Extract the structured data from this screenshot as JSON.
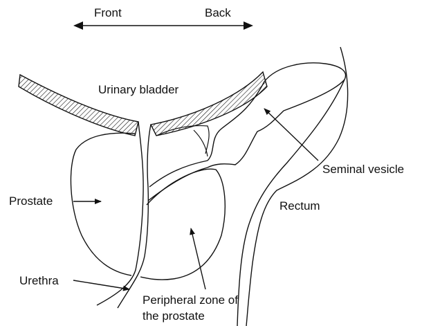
{
  "orientation": {
    "front": "Front",
    "back": "Back"
  },
  "labels": {
    "urinary_bladder": "Urinary bladder",
    "seminal_vesicle": "Seminal vesicle",
    "prostate": "Prostate",
    "rectum": "Rectum",
    "urethra": "Urethra",
    "peripheral_zone_line1": "Peripheral zone of",
    "peripheral_zone_line2": "the prostate"
  },
  "colors": {
    "ink": "#111111",
    "background": "#ffffff"
  }
}
